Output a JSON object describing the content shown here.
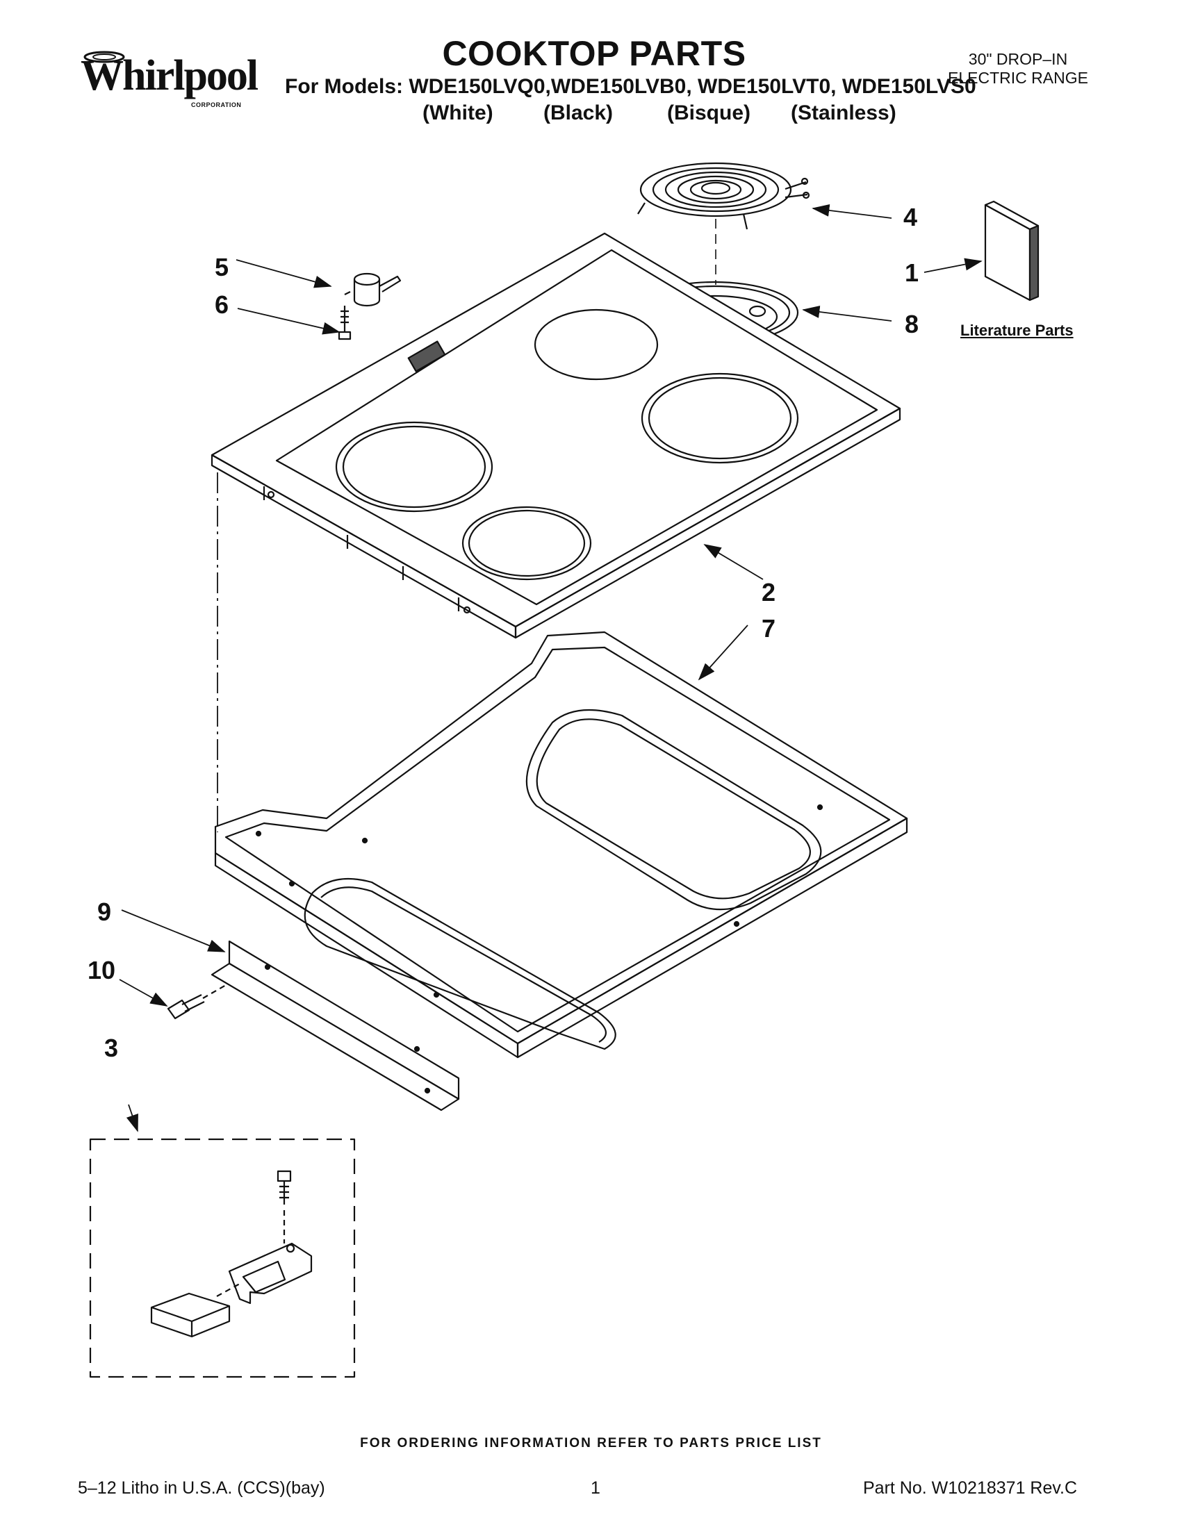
{
  "header": {
    "brand": "Whirlpool",
    "brand_sub": "CORPORATION",
    "title": "COOKTOP PARTS",
    "models_line": "For Models: WDE150LVQ0,WDE150LVB0, WDE150LVT0, WDE150LVS0",
    "colors": [
      "(White)",
      "(Black)",
      "(Bisque)",
      "(Stainless)"
    ],
    "range_type_line1": "30\" DROP–IN",
    "range_type_line2": "ELECTRIC RANGE"
  },
  "callouts": [
    "1",
    "2",
    "3",
    "4",
    "5",
    "6",
    "7",
    "8",
    "9",
    "10"
  ],
  "literature_label": "Literature Parts",
  "footer": {
    "ordering_note": "FOR ORDERING INFORMATION REFER TO PARTS PRICE LIST",
    "litho": "5–12 Litho in U.S.A. (CCS)(bay)",
    "page_number": "1",
    "part_number": "Part No. W10218371 Rev.C"
  }
}
